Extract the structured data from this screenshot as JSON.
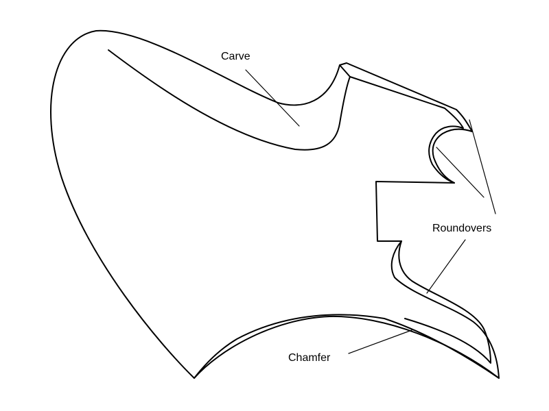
{
  "labels": {
    "carve": "Carve",
    "roundovers": "Roundovers",
    "chamfer": "Chamfer"
  },
  "colors": {
    "line": "#000000",
    "background": "#ffffff"
  }
}
